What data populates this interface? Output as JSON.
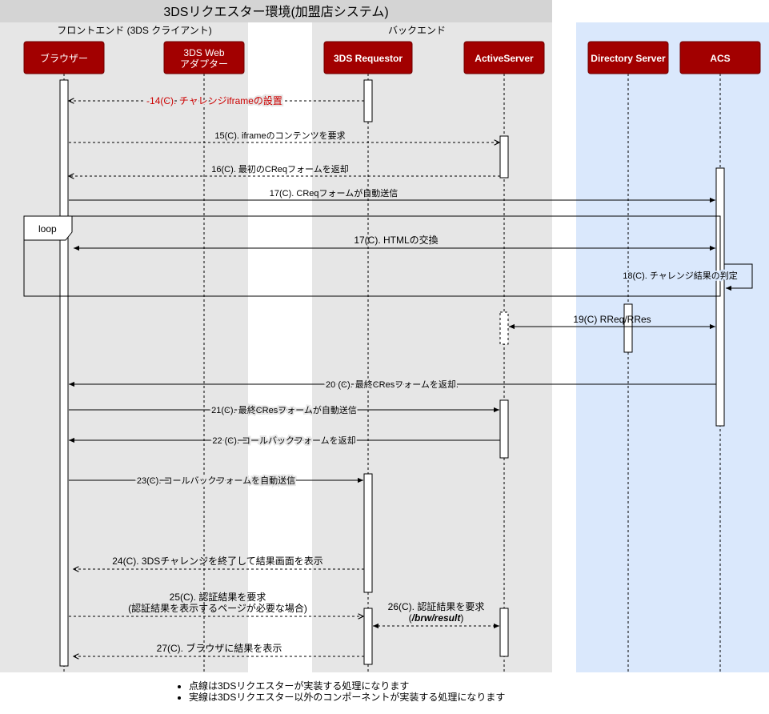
{
  "title": "3DSリクエスター環境(加盟店システム)",
  "groups": {
    "frontend": "フロントエンド (3DS クライアント)",
    "backend": "バックエンド"
  },
  "participants": {
    "browser": "ブラウザー",
    "adapter_line1": "3DS Web",
    "adapter_line2": "アダプター",
    "requestor": "3DS Requestor",
    "activeserver": "ActiveServer",
    "ds": "Directory Server",
    "acs": "ACS"
  },
  "loop_label": "loop",
  "messages": {
    "m14": "-14(C). チャレンジiframeの設置",
    "m15": "15(C). iframeのコンテンツを要求",
    "m16": "16(C). 最初のCReqフォームを返却",
    "m17a": "17(C). CReqフォームが自動送信",
    "m17b": "17(C). HTMLの交換",
    "m18": "18(C). チャレンジ結果の判定",
    "m19": "19(C) RReq/RRes",
    "m20": "20 (C). 最終CResフォームを返却.",
    "m21": "21(C). 最終CResフォームが自動送信",
    "m22": "22 (C). コールバックフォームを返却",
    "m23": "23(C). コールバックフォームを自動送信",
    "m24": "24(C). 3DSチャレンジを終了して結果画面を表示",
    "m25_line1": "25(C). 認証結果を要求",
    "m25_line2": "(認証結果を表示するページが必要な場合)",
    "m26_line1": "26(C). 認証結果を要求",
    "m26_path": "/brw/result",
    "m27": "27(C). ブラウザに結果を表示"
  },
  "notes": [
    "点線は3DSリクエスターが実装する処理になります",
    "実線は3DSリクエスター以外のコンポーネントが実装する処理になります"
  ],
  "colors": {
    "participant_fill": "#a20000",
    "participant_stroke": "#6f0000",
    "group_gray": "#e6e6e6",
    "title_bar": "#d4d4d4",
    "external_zone": "#dae8fc",
    "highlight_text": "#cc0000"
  }
}
